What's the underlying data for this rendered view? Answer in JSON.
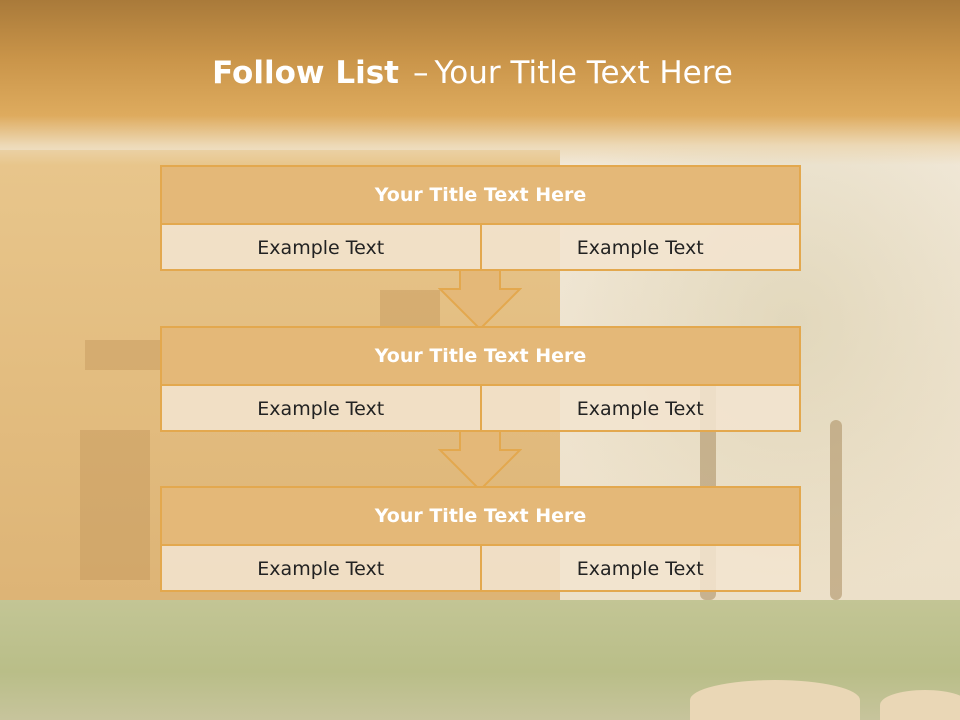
{
  "slide": {
    "title_bold": "Follow List",
    "title_dash": "–",
    "title_rest": "Your Title Text Here"
  },
  "list": {
    "items": [
      {
        "title": "Your Title Text Here",
        "left": "Example Text",
        "right": "Example Text"
      },
      {
        "title": "Your Title Text Here",
        "left": "Example Text",
        "right": "Example Text"
      },
      {
        "title": "Your Title Text Here",
        "left": "Example Text",
        "right": "Example Text"
      }
    ]
  },
  "colors": {
    "header": "#c99449",
    "block_border": "#e3a84e",
    "block_title_fill": "#e4b878",
    "block_body_fill": "#f3e4cf",
    "title_text": "#ffffff",
    "body_text": "#222222"
  },
  "background": {
    "image": "arabian-building-with-palm-trees"
  }
}
